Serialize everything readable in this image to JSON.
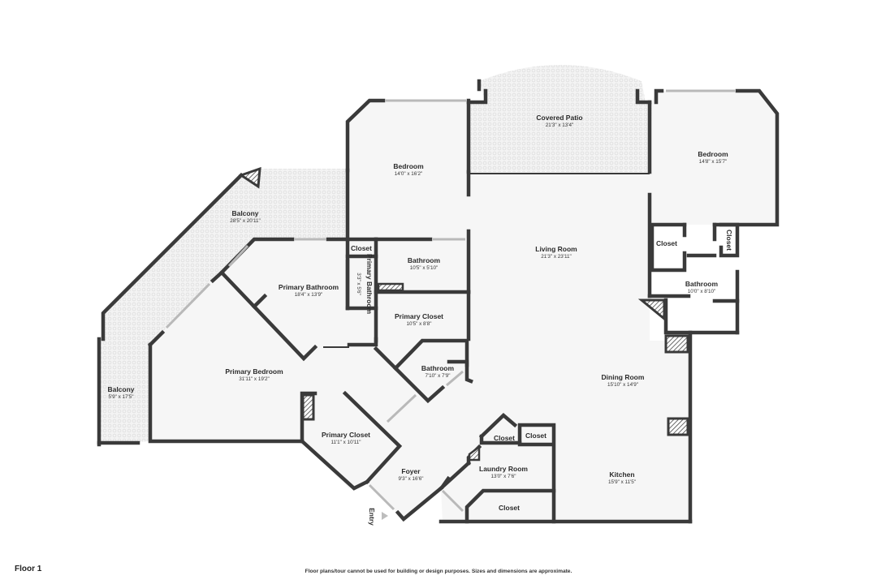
{
  "floor_label": "Floor 1",
  "disclaimer": "Floor plans/tour cannot be used for building or design purposes. Sizes and dimensions are approximate.",
  "entry_label": "Entry",
  "rooms": {
    "covered_patio": {
      "name": "Covered Patio",
      "dim": "21'3\" x 13'4\""
    },
    "bedroom_center": {
      "name": "Bedroom",
      "dim": "14'0\" x 16'2\""
    },
    "bedroom_right": {
      "name": "Bedroom",
      "dim": "14'8\" x 15'7\""
    },
    "balcony_top": {
      "name": "Balcony",
      "dim": "28'5\" x 20'11\""
    },
    "balcony_left": {
      "name": "Balcony",
      "dim": "5'9\" x 17'5\""
    },
    "closet_a": {
      "name": "Closet"
    },
    "primary_bathroom_small": {
      "name": "Primary Bathroom",
      "dim": "3'3\" x 5'6\""
    },
    "bathroom_1": {
      "name": "Bathroom",
      "dim": "10'5\" x 5'10\""
    },
    "living_room": {
      "name": "Living Room",
      "dim": "21'3\" x 23'11\""
    },
    "closet_b": {
      "name": "Closet"
    },
    "closet_c": {
      "name": "Closet"
    },
    "bathroom_right": {
      "name": "Bathroom",
      "dim": "10'0\" x 8'10\""
    },
    "primary_bathroom": {
      "name": "Primary Bathroom",
      "dim": "18'4\" x 13'9\""
    },
    "primary_closet_1": {
      "name": "Primary Closet",
      "dim": "10'5\" x 8'8\""
    },
    "bathroom_2": {
      "name": "Bathroom",
      "dim": "7'10\" x 7'9\""
    },
    "dining_room": {
      "name": "Dining Room",
      "dim": "15'10\" x 14'9\""
    },
    "primary_bedroom": {
      "name": "Primary Bedroom",
      "dim": "31'11\" x 19'2\""
    },
    "primary_closet_2": {
      "name": "Primary Closet",
      "dim": "11'1\" x 10'11\""
    },
    "closet_d": {
      "name": "Closet"
    },
    "closet_e": {
      "name": "Closet"
    },
    "foyer": {
      "name": "Foyer",
      "dim": "9'3\" x 16'6\""
    },
    "laundry_room": {
      "name": "Laundry Room",
      "dim": "13'0\" x 7'6\""
    },
    "kitchen": {
      "name": "Kitchen",
      "dim": "15'9\" x 11'5\""
    },
    "closet_f": {
      "name": "Closet"
    }
  }
}
